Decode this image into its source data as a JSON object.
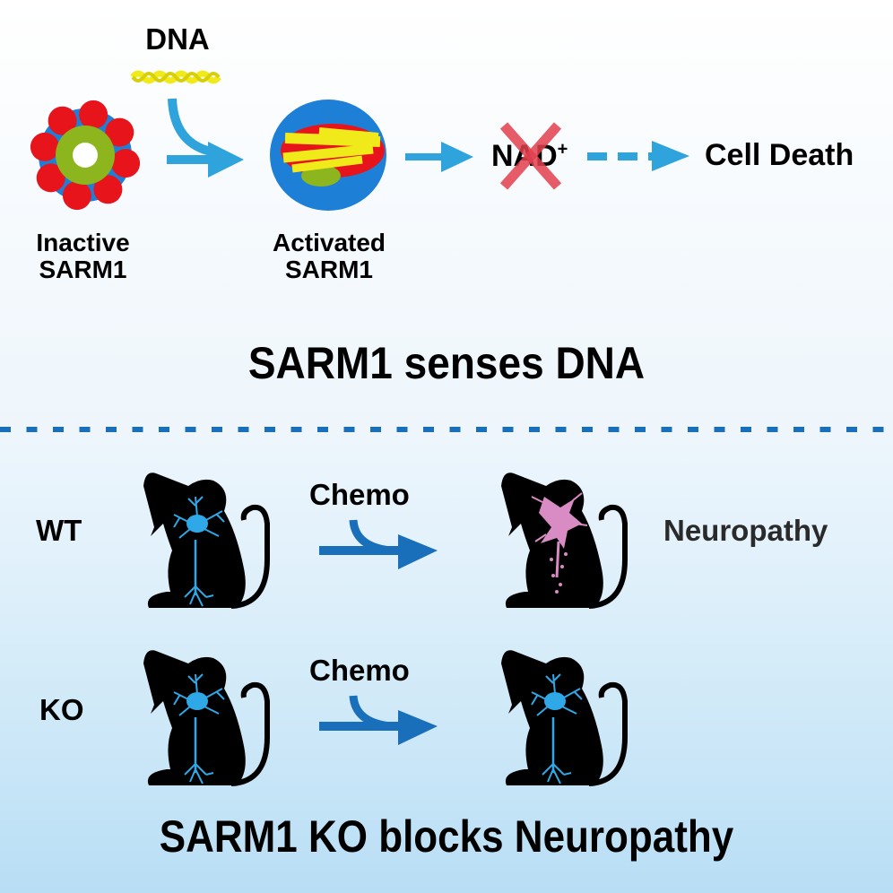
{
  "top_panel": {
    "dna_label": "DNA",
    "inactive_label_line1": "Inactive",
    "inactive_label_line2": "SARM1",
    "activated_label_line1": "Activated",
    "activated_label_line2": "SARM1",
    "nad_label": "NAD",
    "nad_superscript": "+",
    "cell_death_label": "Cell Death",
    "title": "SARM1 senses DNA"
  },
  "bottom_panel": {
    "rows": [
      {
        "genotype": "WT",
        "treatment": "Chemo",
        "outcome": "Neuropathy"
      },
      {
        "genotype": "KO",
        "treatment": "Chemo",
        "outcome": ""
      }
    ],
    "title": "SARM1 KO blocks Neuropathy"
  },
  "colors": {
    "arrow_light_blue": "#2ea3dc",
    "arrow_dark_blue": "#1a6fba",
    "protein_red": "#e8141c",
    "protein_blue": "#1e7fd6",
    "protein_green": "#8cb51e",
    "dna_yellow": "#f1ea1a",
    "neuron_blue": "#2ea8e6",
    "damaged_neuron_pink": "#d98cc4",
    "cross_red": "#e3404f"
  }
}
